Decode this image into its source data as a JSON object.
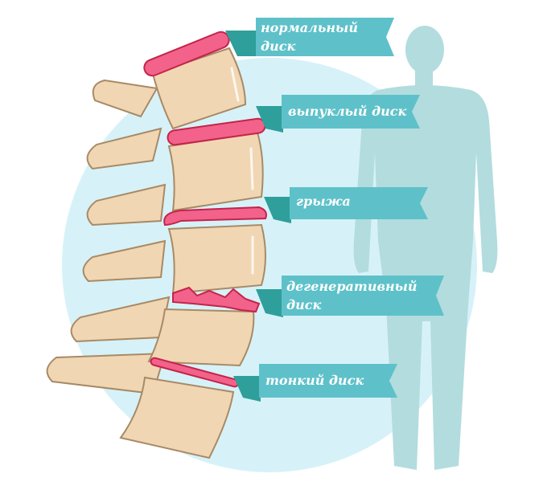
{
  "labels": {
    "normal_1": "нормальный",
    "normal_2": "диск",
    "bulging": "выпуклый диск",
    "hernia": "грыжа",
    "degenerative_1": "дегенеративный",
    "degenerative_2": "диск",
    "thin": "тонкий диск"
  },
  "colors": {
    "banner": "#5ec1c9",
    "banner_fold": "#2f9f9b",
    "circle": "#d6f2f8",
    "silhouette": "#b3dcdf",
    "bone": "#f1d6b3",
    "disc": "#f2628a"
  }
}
